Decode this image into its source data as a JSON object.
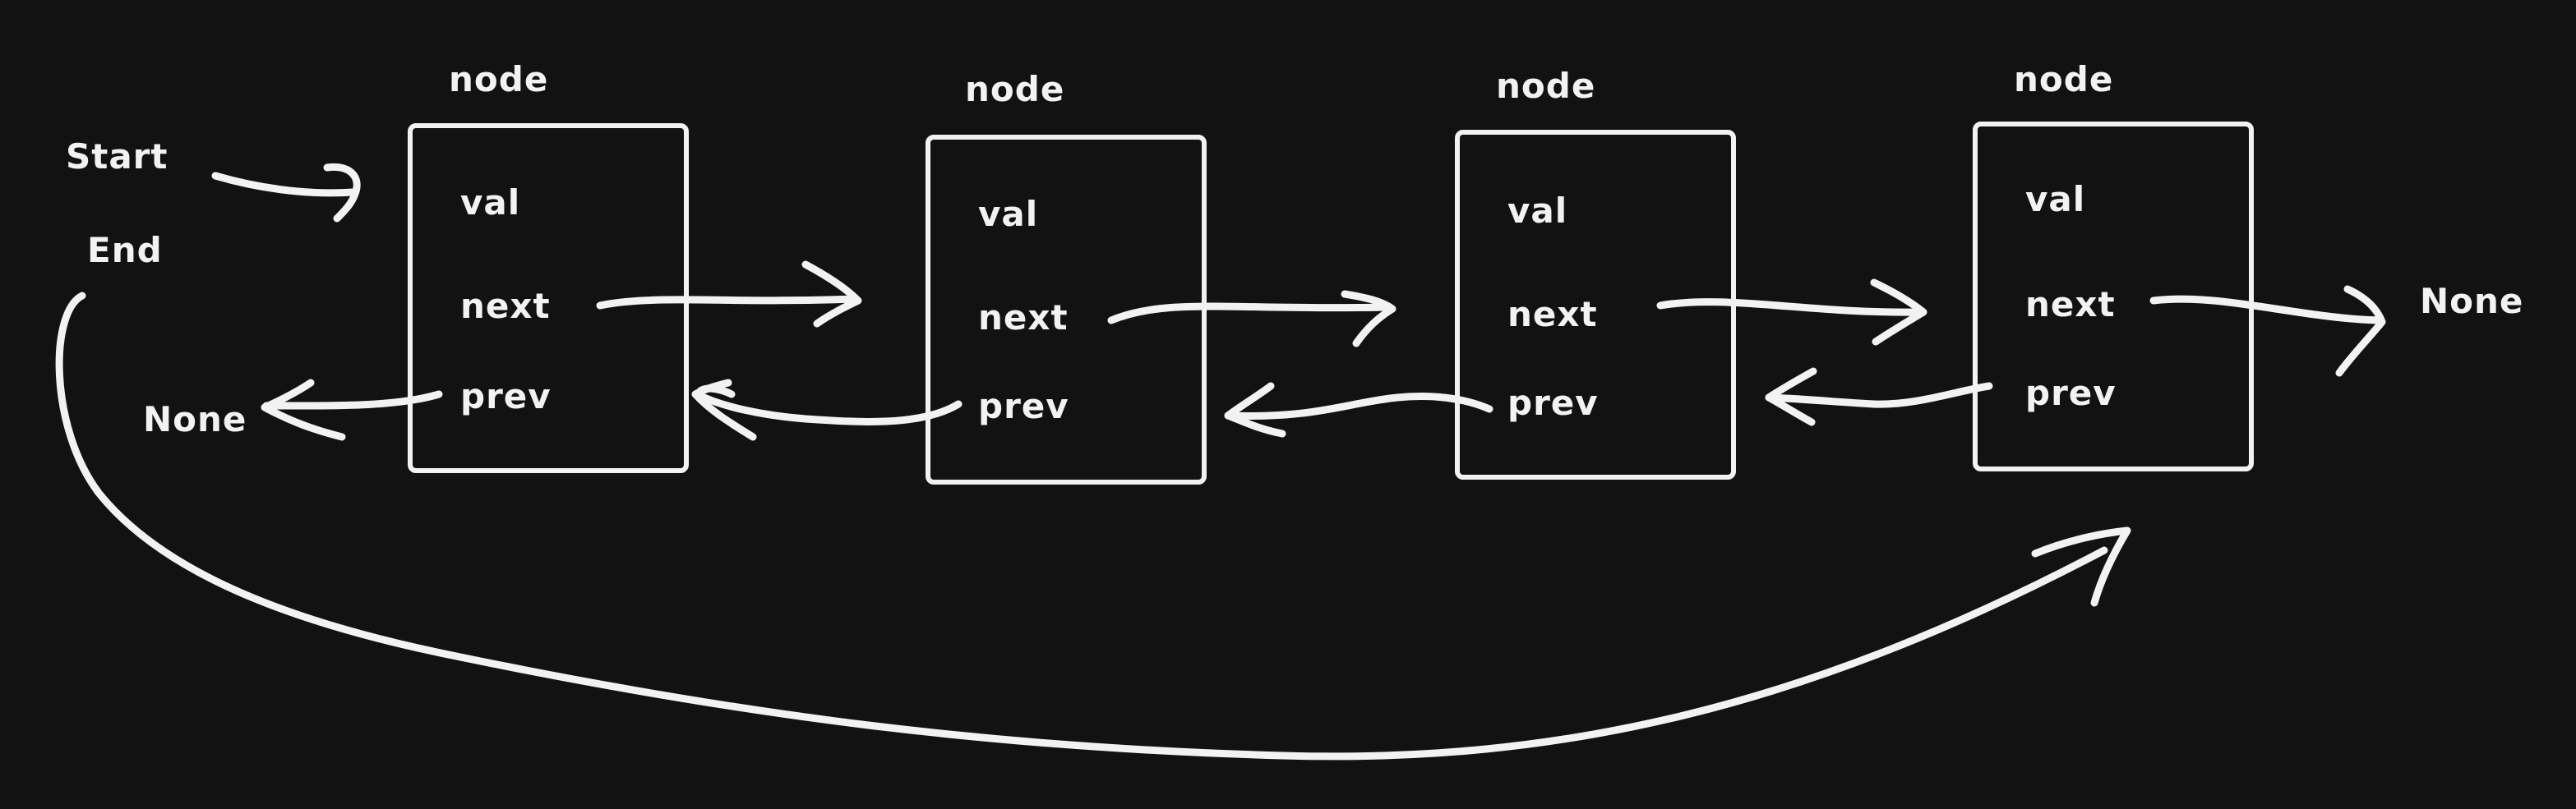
{
  "labels": {
    "start": "Start",
    "end": "End",
    "none_left": "None",
    "none_right": "None"
  },
  "nodes": [
    {
      "title": "node",
      "fields": {
        "val": "val",
        "next": "next",
        "prev": "prev"
      }
    },
    {
      "title": "node",
      "fields": {
        "val": "val",
        "next": "next",
        "prev": "prev"
      }
    },
    {
      "title": "node",
      "fields": {
        "val": "val",
        "next": "next",
        "prev": "prev"
      }
    },
    {
      "title": "node",
      "fields": {
        "val": "val",
        "next": "next",
        "prev": "prev"
      }
    }
  ],
  "colors": {
    "background": "#121212",
    "foreground": "#f2f2f2"
  }
}
